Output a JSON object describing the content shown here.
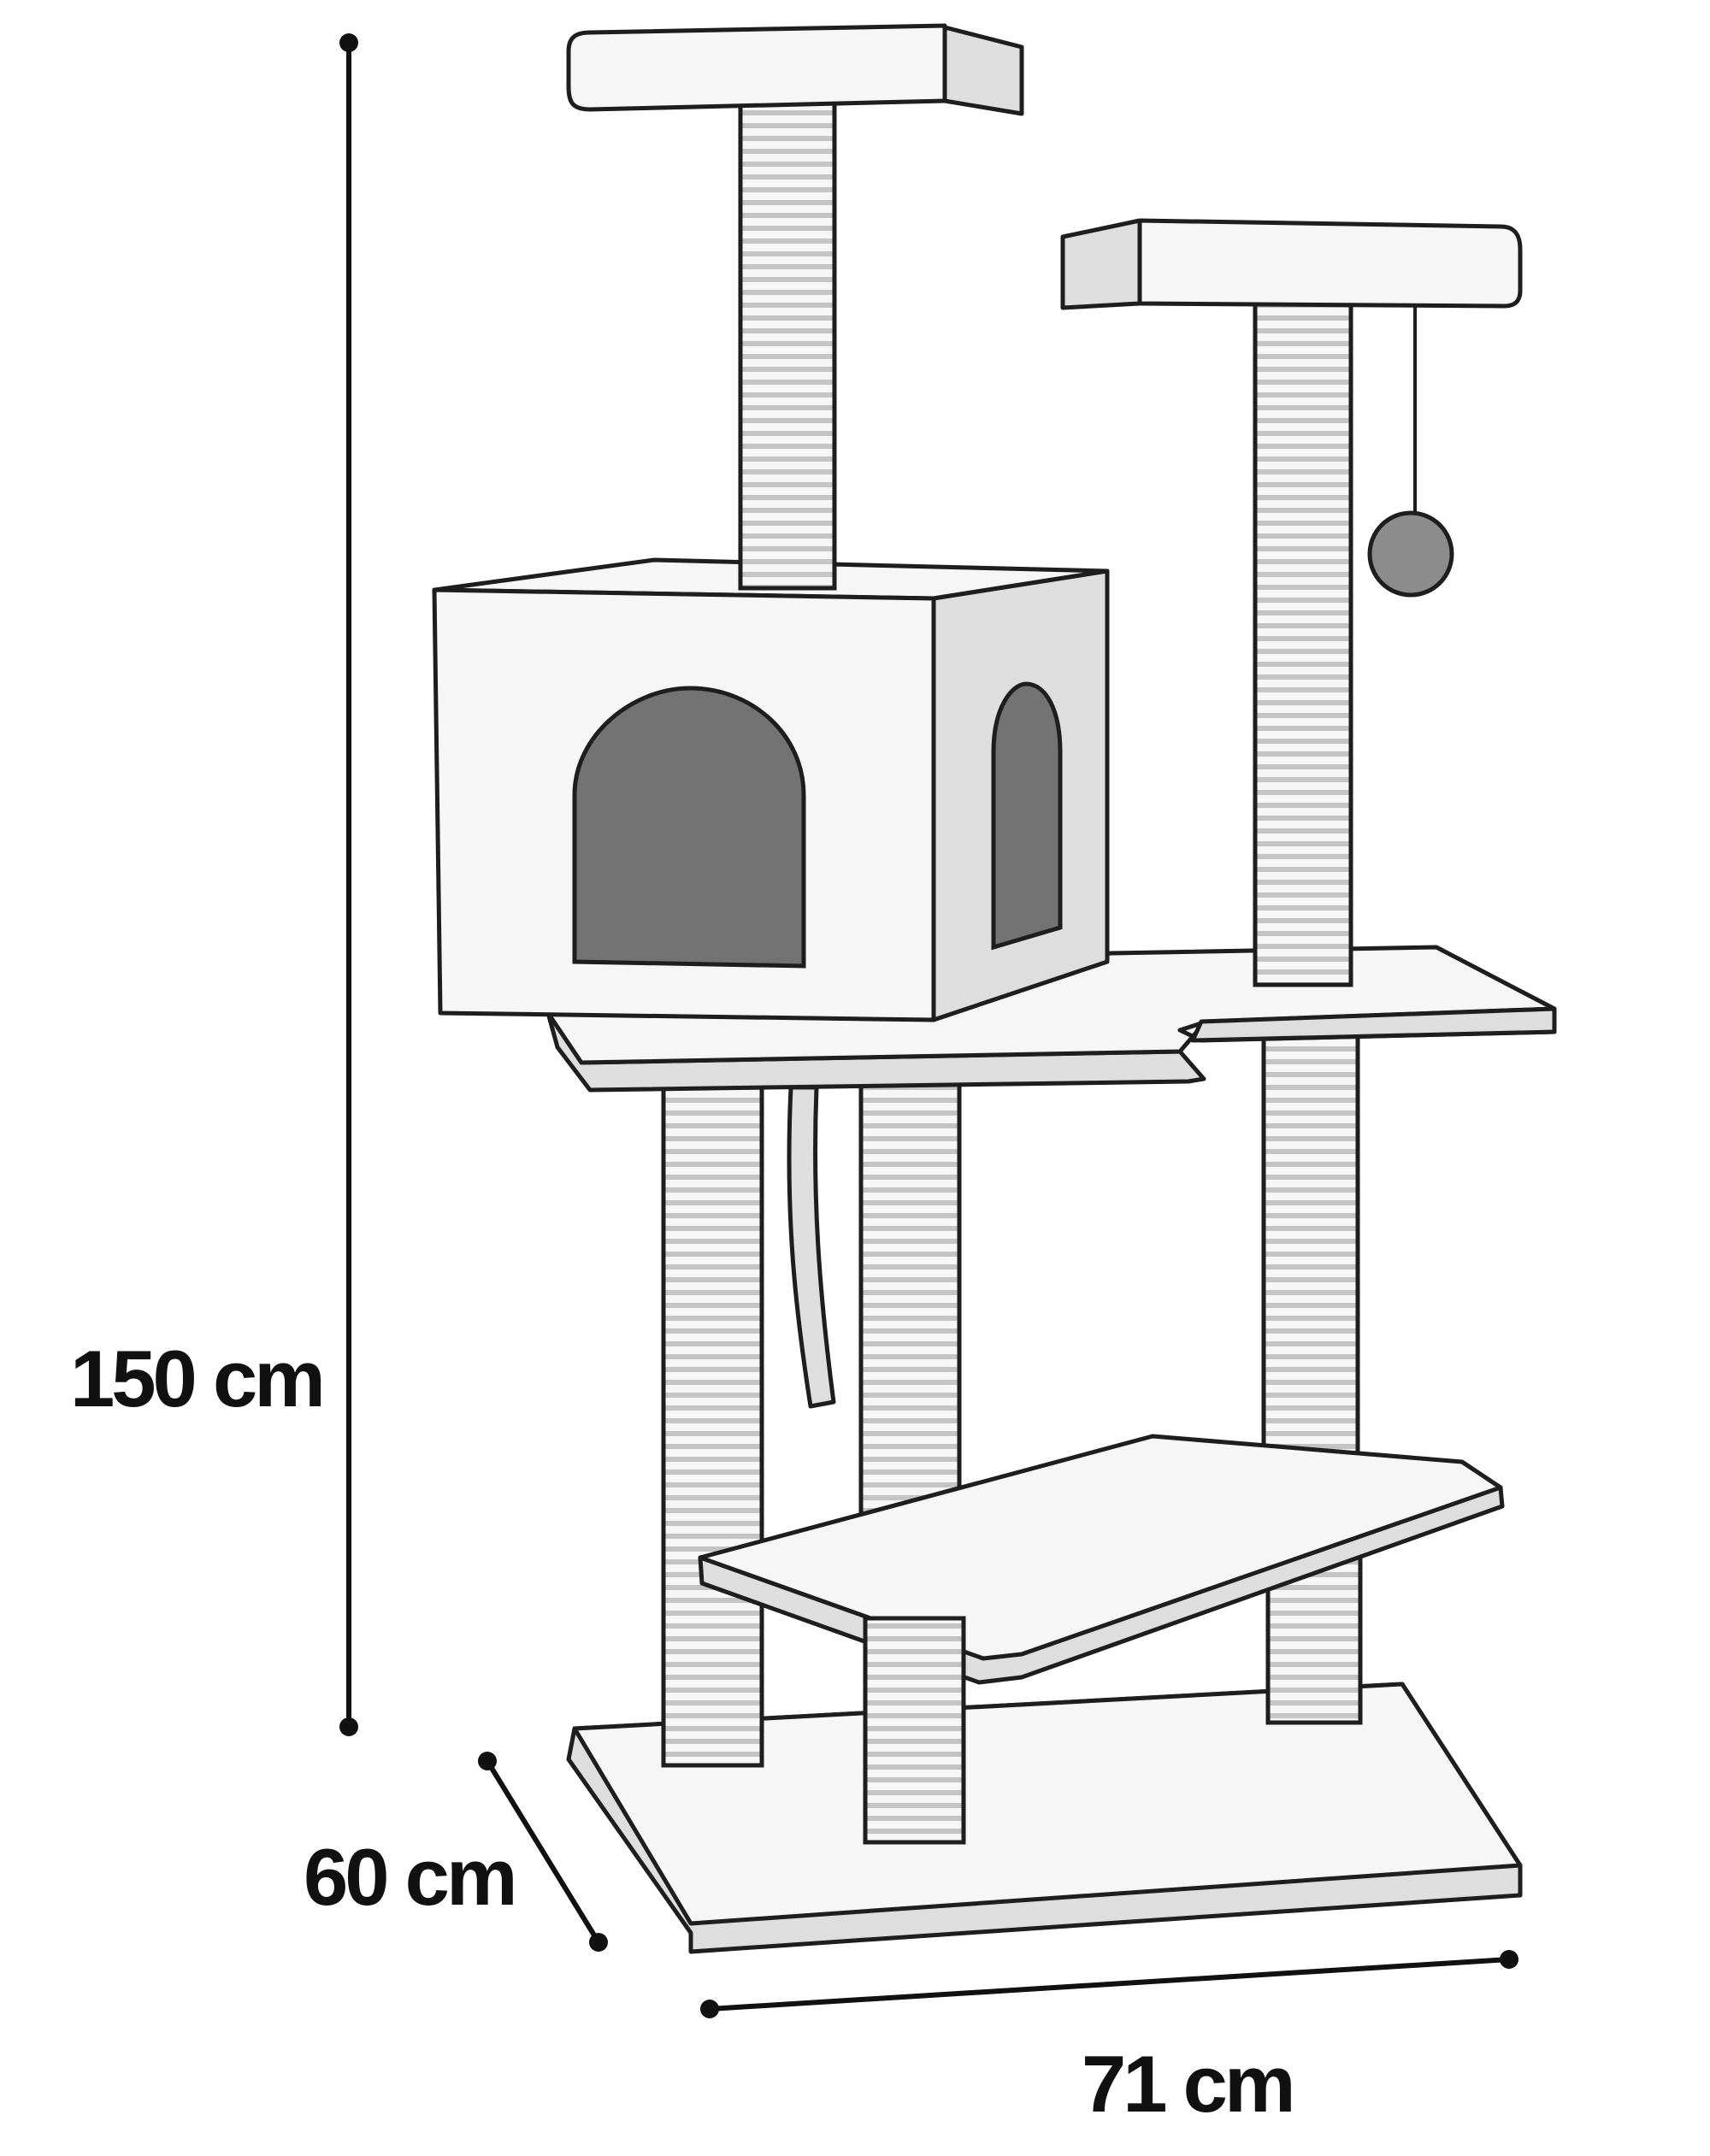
{
  "dimensions": {
    "height": "150 cm",
    "depth": "60 cm",
    "width": "71 cm"
  },
  "colors": {
    "outline": "#1e1e1e",
    "face_light": "#f6f6f6",
    "side_grey": "#dedede",
    "opening_dark": "#737373",
    "ball": "#8c8c8c",
    "rope_stripe": "#c4c4c4"
  }
}
